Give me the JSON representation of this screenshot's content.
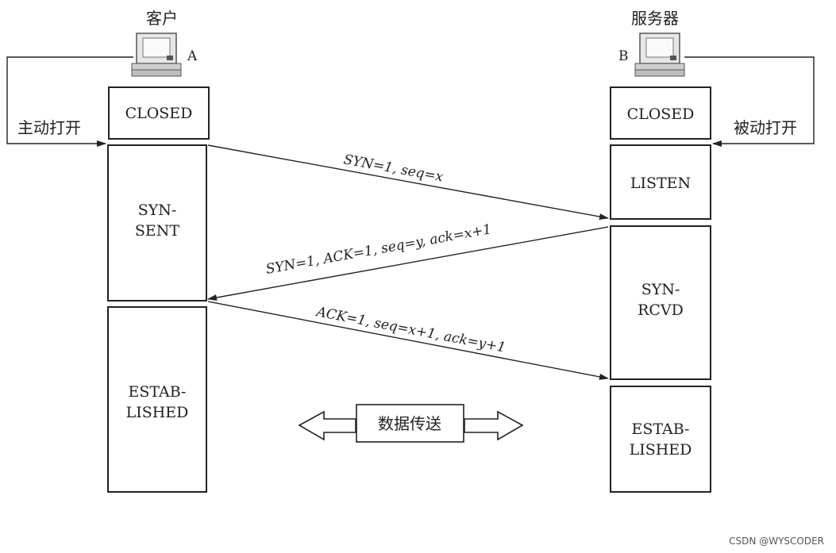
{
  "client": {
    "title": "客户",
    "letter": "A",
    "action": "主动打开"
  },
  "server": {
    "title": "服务器",
    "letter": "B",
    "action": "被动打开"
  },
  "client_states": {
    "closed": "CLOSED",
    "syn_sent_1": "SYN-",
    "syn_sent_2": "SENT",
    "established_1": "ESTAB-",
    "established_2": "LISHED"
  },
  "server_states": {
    "closed": "CLOSED",
    "listen": "LISTEN",
    "syn_rcvd_1": "SYN-",
    "syn_rcvd_2": "RCVD",
    "established_1": "ESTAB-",
    "established_2": "LISHED"
  },
  "messages": {
    "syn": "SYN=1, seq=x",
    "syn_ack": "SYN=1, ACK=1, seq=y, ack=x+1",
    "ack": "ACK=1, seq=x+1, ack=y+1"
  },
  "data_transfer": "数据传送",
  "watermark": "CSDN @WYSCODER"
}
